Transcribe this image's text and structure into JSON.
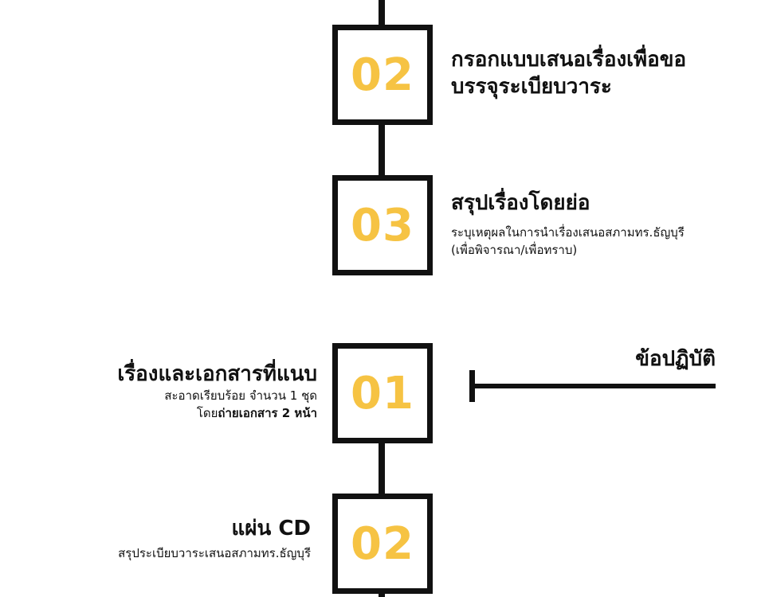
{
  "colors": {
    "accent": "#f6c343",
    "line": "#111111",
    "background": "#ffffff"
  },
  "top_steps": [
    {
      "number": "02",
      "title_line1": "กรอกแบบเสนอเรื่องเพื่อขอ",
      "title_line2": "บรรจุระเบียบวาระ"
    },
    {
      "number": "03",
      "title": "สรุปเรื่องโดยย่อ",
      "desc_line1": "ระบุเหตุผลในการนำเรื่องเสนอสภามทร.ธัญบุรี",
      "desc_line2": "(เพื่อพิจารณา/เพื่อทราบ)"
    }
  ],
  "section_heading": "ข้อปฏิบัติ",
  "bottom_steps": [
    {
      "number": "01",
      "title": "เรื่องและเอกสารที่แนบ",
      "desc_line1": "สะอาดเรียบร้อย จำนวน 1 ชุด",
      "desc_line2_prefix": "โดย",
      "desc_line2_bold": "ถ่ายเอกสาร 2 หน้า"
    },
    {
      "number": "02",
      "title": "แผ่น CD",
      "desc_line1": "สรุประเบียบวาระเสนอสภามทร.ธัญบุรี"
    }
  ]
}
